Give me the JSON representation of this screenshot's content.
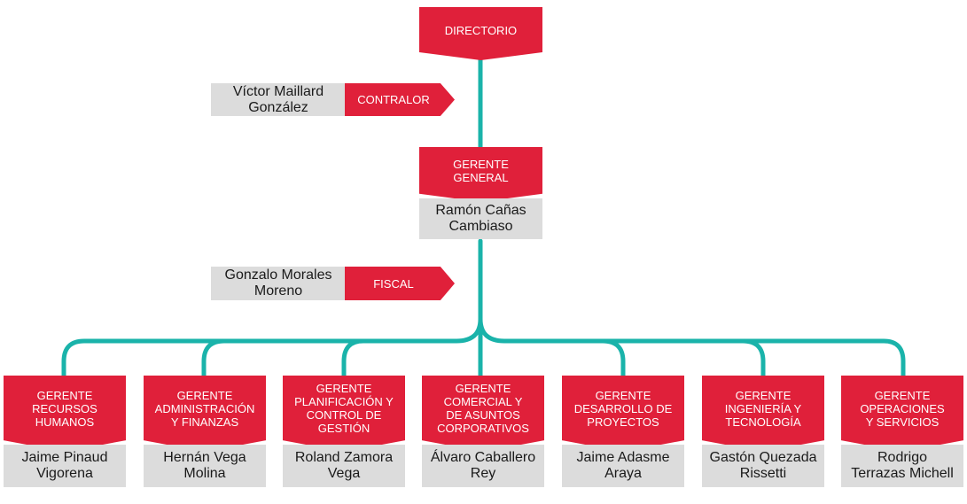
{
  "colors": {
    "accent": "#e0203a",
    "connector": "#1ab3aa",
    "name_bg": "#dcdcdc"
  },
  "directorio": "DIRECTORIO",
  "contralor": {
    "name": "Víctor Maillard\nGonzález",
    "role": "CONTRALOR"
  },
  "gerente_general": {
    "role": "GERENTE\nGENERAL",
    "name": "Ramón Cañas\nCambiaso"
  },
  "fiscal": {
    "name": "Gonzalo Morales\nMoreno",
    "role": "FISCAL"
  },
  "gerentes": [
    {
      "role": "GERENTE\nRECURSOS\nHUMANOS",
      "name": "Jaime Pinaud\nVigorena"
    },
    {
      "role": "GERENTE\nADMINISTRACIÓN\nY FINANZAS",
      "name": "Hernán Vega\nMolina"
    },
    {
      "role": "GERENTE\nPLANIFICACIÓN Y\nCONTROL DE\nGESTIÓN",
      "name": "Roland Zamora\nVega"
    },
    {
      "role": "GERENTE\nCOMERCIAL Y\nDE ASUNTOS\nCORPORATIVOS",
      "name": "Álvaro Caballero\nRey"
    },
    {
      "role": "GERENTE\nDESARROLLO DE\nPROYECTOS",
      "name": "Jaime Adasme\nAraya"
    },
    {
      "role": "GERENTE\nINGENIERÍA Y\nTECNOLOGÍA",
      "name": "Gastón Quezada\nRissetti"
    },
    {
      "role": "GERENTE\nOPERACIONES\nY SERVICIOS",
      "name": "Rodrigo\nTerrazas Michell"
    }
  ]
}
